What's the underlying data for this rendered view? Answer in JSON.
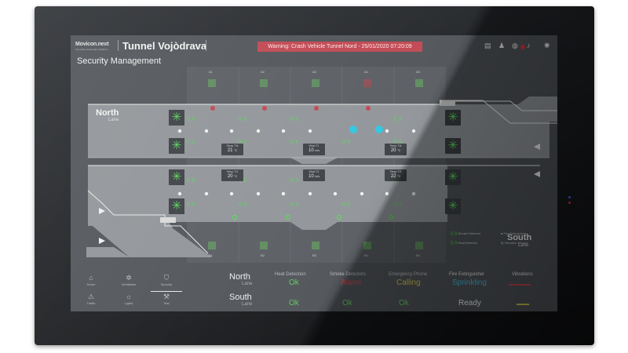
{
  "app": {
    "brand": "Movicon.next",
    "brand_sub": "Innovative Automation Platform",
    "title": "Tunnel Vojòdrava",
    "warning": "Warning: Crash Vehicle Tunnel Nord - 25/01/2020 07:20:09",
    "page_title": "Security Management",
    "notification_count": "1"
  },
  "colors": {
    "accent_green": "#57d657",
    "alarm_red": "#c0444e",
    "calling_yellow": "#c8c04a",
    "sprinkling_blue": "#45b8d8",
    "crash_cyan": "#2ec4e0"
  },
  "icons": {
    "topbar": [
      "report-icon",
      "user-icon",
      "globe-icon",
      "bell-icon",
      "gear-icon"
    ],
    "lanes": [
      "fan-icon",
      "phone-icon",
      "smoke-detector-icon",
      "heat-detector-icon",
      "extinguisher-icon",
      "vibration-sensor-icon",
      "arrow-icon"
    ]
  },
  "tunnel": {
    "north_label": "North",
    "north_sub": "Lane",
    "south_label": "South",
    "south_sub": "Lane",
    "top_bays": [
      "A1",
      "A2",
      "A3",
      "A4",
      "A5"
    ],
    "bottom_bays": [
      "B1",
      "B2",
      "B3",
      "B4",
      "B5"
    ],
    "north_sensors": [
      {
        "label": "Temp T.N",
        "value": "21",
        "unit": "°C"
      },
      {
        "label": "Wind T1",
        "value": "10",
        "unit": "m/s"
      },
      {
        "label": "Temp T.N",
        "value": "20",
        "unit": "°C"
      }
    ],
    "south_sensors": [
      {
        "label": "Temp T.S",
        "value": "20",
        "unit": "°C"
      },
      {
        "label": "Wind T2",
        "value": "10",
        "unit": "m/s"
      },
      {
        "label": "Temp T.S",
        "value": "22",
        "unit": "°C"
      }
    ]
  },
  "legend": {
    "smoke": "Smoke Detector",
    "heat": "Heat Detector",
    "extinguisher": "Fire Extinguisher",
    "vibration": "Vibration Sensor"
  },
  "nav": [
    {
      "label": "Home",
      "icon": "home-icon",
      "glyph": "⌂"
    },
    {
      "label": "Ventilation",
      "icon": "fan-icon",
      "glyph": "✲"
    },
    {
      "label": "Security",
      "icon": "shield-icon",
      "glyph": "⛉"
    },
    {
      "label": "Traffic",
      "icon": "traffic-icon",
      "glyph": "⚠"
    },
    {
      "label": "Lights",
      "icon": "bulb-icon",
      "glyph": "☼"
    },
    {
      "label": "Test",
      "icon": "tools-icon",
      "glyph": "⚒"
    }
  ],
  "status": {
    "headers": [
      "Heat Detection",
      "Smoke Detectors",
      "Emergency Phone",
      "Fire Extinguisher",
      "Vibrations"
    ],
    "north": {
      "lane": "North",
      "sub": "Lane",
      "heat": "Ok",
      "smoke": "Alarm",
      "phone": "Calling",
      "extinguisher": "Sprinkling"
    },
    "south": {
      "lane": "South",
      "sub": "Lane",
      "heat": "Ok",
      "smoke": "Ok",
      "phone": "Ok",
      "extinguisher": "Ready"
    }
  }
}
